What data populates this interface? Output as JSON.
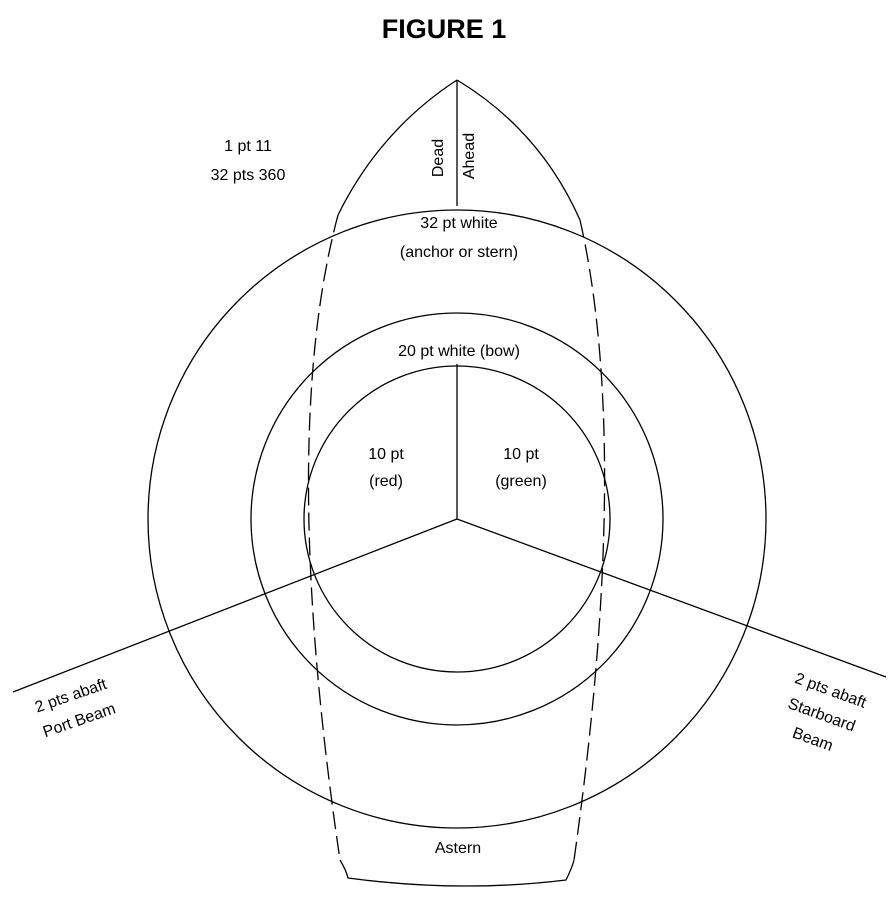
{
  "title": "FIGURE 1",
  "labels": {
    "scale_line1": "1 pt 11",
    "scale_line2": "32 pts 360",
    "dead": "Dead",
    "ahead": "Ahead",
    "outer_line1": "32 pt white",
    "outer_line2": "(anchor or stern)",
    "middle": "20 pt white (bow)",
    "red_line1": "10 pt",
    "red_line2": "(red)",
    "green_line1": "10 pt",
    "green_line2": "(green)",
    "port_line1": "2 pts abaft",
    "port_line2": "Port Beam",
    "starboard_line1": "2 pts abaft",
    "starboard_line2": "Starboard",
    "starboard_line3": "Beam",
    "astern": "Astern"
  }
}
